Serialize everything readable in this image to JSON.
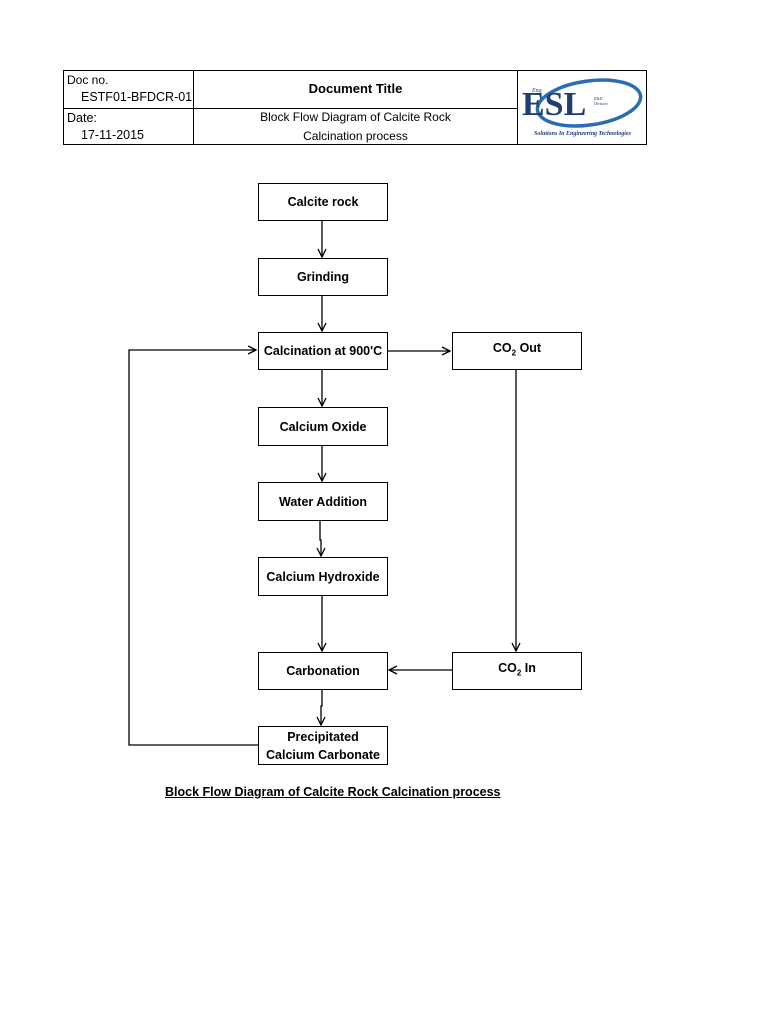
{
  "header": {
    "doc_no_label": "Doc no.",
    "doc_no_value": "ESTF01-BFDCR-01",
    "date_label": "Date:",
    "date_value": "17-11-2015",
    "title_label": "Document Title",
    "title_value_line1": "Block Flow Diagram of Calcite Rock",
    "title_value_line2": "Calcination process",
    "logo": {
      "text": "ESL",
      "superscript_left": "Eng",
      "superscript_right": "R&D Division",
      "tagline": "Solutions In Engineering Technologies",
      "brand_color": "#1f3e73",
      "accent_color": "#2a6db5"
    }
  },
  "flow": {
    "boxes": {
      "calcite_rock": "Calcite rock",
      "grinding": "Grinding",
      "calcination": "Calcination at 900'C",
      "co2_out_main": "CO",
      "co2_out_sub": "2",
      "co2_out_suffix": " Out",
      "calcium_oxide": "Calcium Oxide",
      "water_addition": "Water Addition",
      "calcium_hydroxide": "Calcium Hydroxide",
      "carbonation": "Carbonation",
      "co2_in_main": "CO",
      "co2_in_sub": "2",
      "co2_in_suffix": " In",
      "precipitated_line1": "Precipitated",
      "precipitated_line2": "Calcium Carbonate"
    },
    "caption": "Block Flow Diagram of Calcite Rock Calcination process"
  }
}
